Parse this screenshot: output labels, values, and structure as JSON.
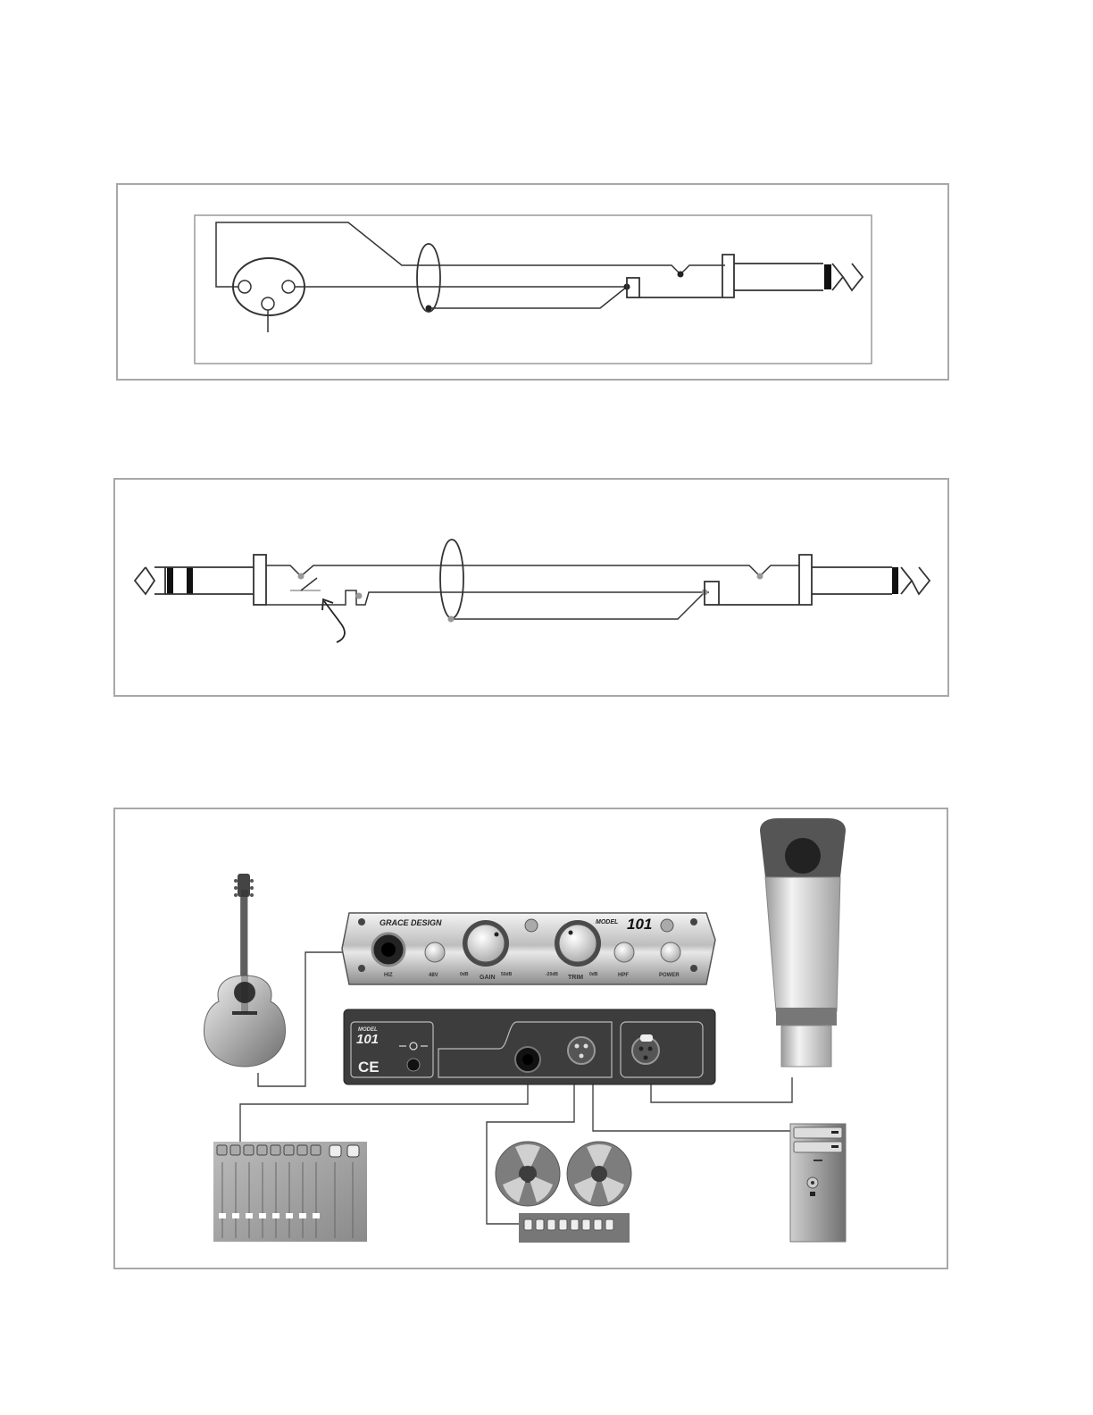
{
  "diagram1": {
    "title": "XLR to TRS cable wiring"
  },
  "diagram2": {
    "title": "TRS to TRS insert cable wiring"
  },
  "diagram3": {
    "front_panel": {
      "brand": "GRACE DESIGN",
      "model_prefix": "MODEL",
      "model_number": "101",
      "labels": {
        "hiz": "HIZ",
        "p48v": "48V",
        "gain": "GAIN",
        "gain_min": "0dB",
        "gain_max": "50dB",
        "trim": "TRIM",
        "trim_min": "-20dB",
        "trim_max": "0dB",
        "hpf": "HPF",
        "power": "POWER"
      }
    },
    "rear_panel": {
      "model_prefix": "MODEL",
      "model_number": "101",
      "ce": "CE"
    }
  }
}
